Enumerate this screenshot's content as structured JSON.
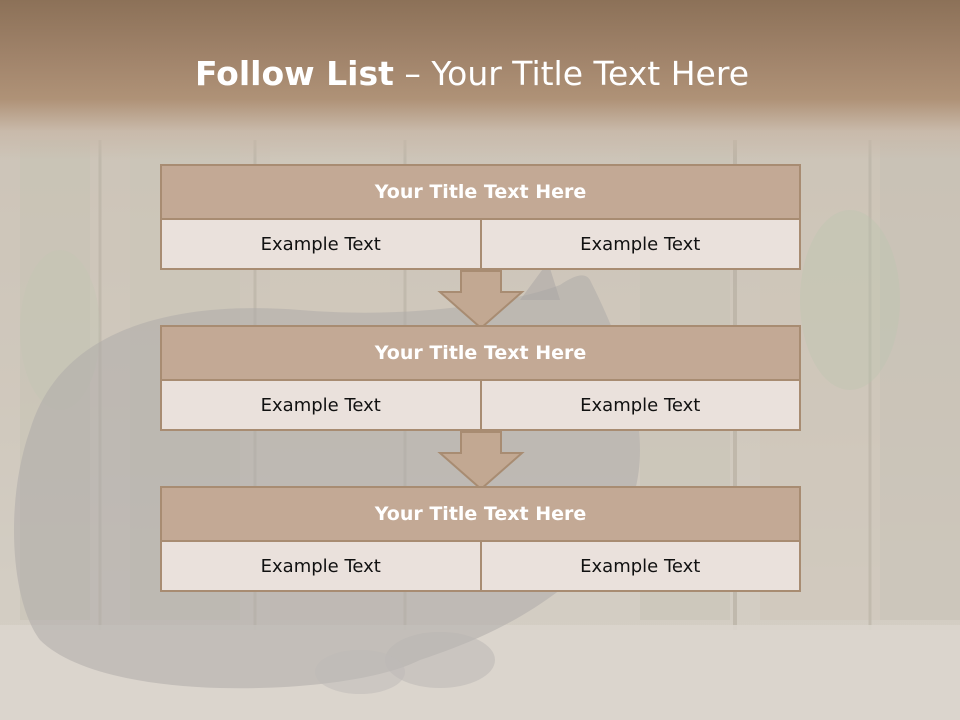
{
  "slide": {
    "title_bold": "Follow List",
    "title_dash": " – ",
    "title_rest": "Your Title Text Here"
  },
  "blocks": [
    {
      "title": "Your Title Text Here",
      "left": "Example Text",
      "right": "Example Text"
    },
    {
      "title": "Your Title Text Here",
      "left": "Example Text",
      "right": "Example Text"
    },
    {
      "title": "Your Title Text Here",
      "left": "Example Text",
      "right": "Example Text"
    }
  ],
  "colors": {
    "header": "#a0836a",
    "block_title_fill": "#c3a995",
    "block_border": "#a88c72",
    "cell_fill": "#eae1dc",
    "arrow_fill": "#c2a892"
  }
}
